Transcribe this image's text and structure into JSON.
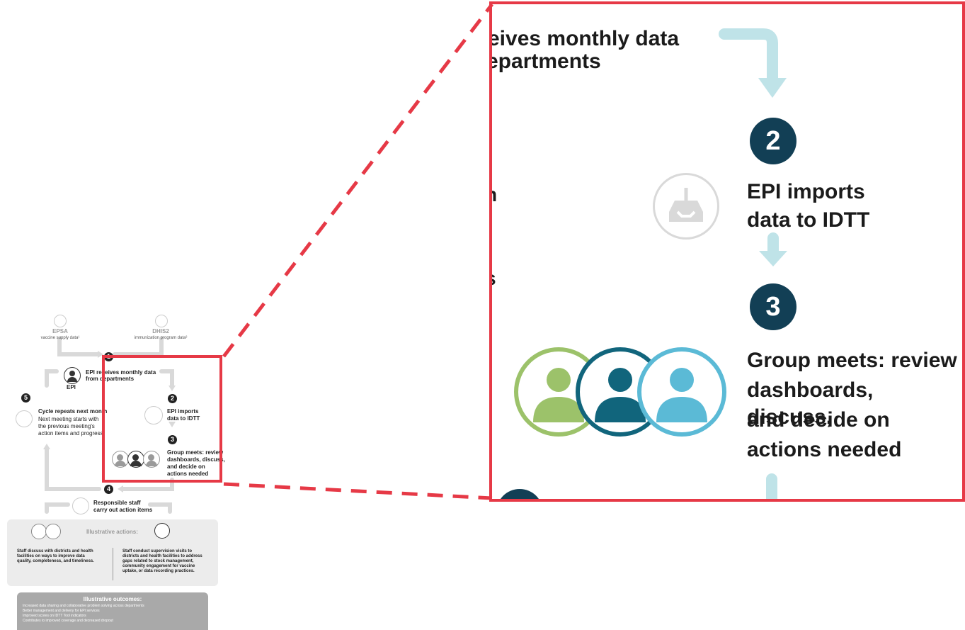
{
  "diagram": {
    "sources": [
      {
        "title": "EPSA",
        "subtitle": "vaccine supply data¹"
      },
      {
        "title": "DHIS2",
        "subtitle": "immunization program data²"
      }
    ],
    "steps": [
      {
        "number": "1",
        "text_line1": "EPI receives monthly data",
        "text_line2": "from departments"
      },
      {
        "number": "2",
        "text_line1": "EPI imports",
        "text_line2": "data to IDTT"
      },
      {
        "number": "3",
        "text_lines": [
          "Group meets: review",
          "dashboards, discuss,",
          "and decide on",
          "actions needed"
        ]
      },
      {
        "number": "4",
        "text_line1": "Responsible staff",
        "text_line2": "carry out action items"
      },
      {
        "number": "5",
        "title": "Cycle repeats next month",
        "lines": [
          "Next meeting starts with",
          "the previous meeting's",
          "action items and progress"
        ]
      }
    ],
    "epi_label": "EPI",
    "actions": {
      "heading": "Illustrative actions:",
      "left_lines": [
        "Staff discuss with districts and health",
        "facilities on ways to improve data",
        "quality, completeness, and timeliness."
      ],
      "right_lines": [
        "Staff conduct supervision visits to",
        "districts and health facilities to address",
        "gaps related to stock management,",
        "community engagement for vaccine",
        "uptake, or data recording practices."
      ]
    },
    "outcomes": {
      "heading": "Illustrative outcomes:",
      "items": [
        "Increased data sharing and collaborative problem solving across departments",
        "Better management and delivery for EPI services",
        "Improved scores on IDTT Tool indicators",
        "Contributes to improved coverage and decreased dropout"
      ]
    }
  },
  "zoom": {
    "partial_line1": "eives monthly data",
    "partial_line2": "epartments",
    "step2_number": "2",
    "step2_line1": "EPI imports",
    "step2_line2": "data to IDTT",
    "step3_number": "3",
    "step3_lines": [
      "Group meets: review",
      "dashboards, discuss,",
      "and decide on",
      "actions needed"
    ],
    "cut_letter_a": "n",
    "cut_letter_b": "s"
  },
  "colors": {
    "highlight": "#e63946",
    "dark_navy": "#123f55",
    "arrow_light_blue": "#bfe3e8",
    "person_green": "#9cc26a",
    "person_teal": "#11657c",
    "person_sky": "#5bbad6",
    "flow_grey": "#d9d9d9"
  }
}
